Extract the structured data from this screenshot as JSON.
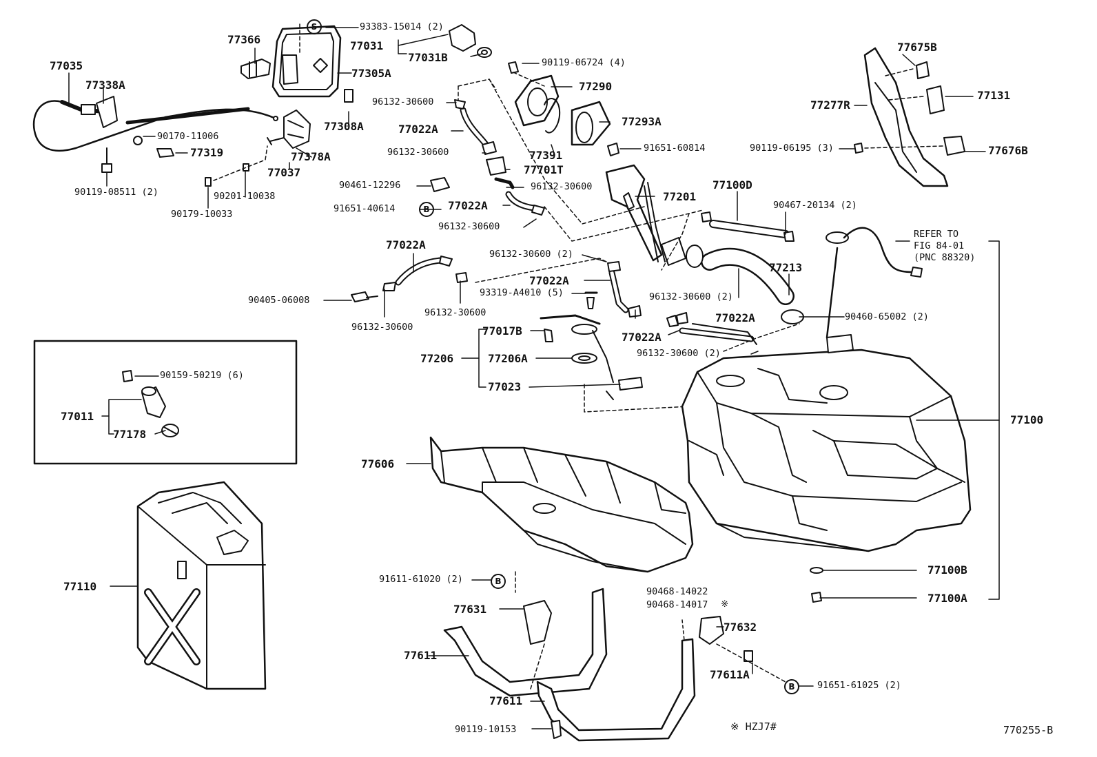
{
  "diagram_code": "770255-B",
  "note": "※ HZJ7#",
  "callout_markers": {
    "s": "S",
    "b": "B"
  },
  "refer_to": [
    "REFER TO",
    "FIG 84-01",
    "(PNC 88320)"
  ],
  "labels": {
    "p77035": "77035",
    "p77338A": "77338A",
    "p77366": "77366",
    "p93383": "93383-15014 (2)",
    "p77031": "77031",
    "p77031B": "77031B",
    "p77305A": "77305A",
    "p90170": "90170-11006",
    "p77319": "77319",
    "p77308A": "77308A",
    "p77378A": "77378A",
    "p77037": "77037",
    "p90119_08511": "90119-08511 (2)",
    "p90201": "90201-10038",
    "p90179": "90179-10033",
    "p90119_06724": "90119-06724 (4)",
    "p77290": "77290",
    "p96132_a": "96132-30600",
    "p77022A_a": "77022A",
    "p77293A": "77293A",
    "p96132_b": "96132-30600",
    "p77391": "77391",
    "p91651_60814": "91651-60814",
    "p77701T": "77701T",
    "p90461": "90461-12296",
    "p96132_c": "96132-30600",
    "p91651_40614": "91651-40614",
    "p77022A_b": "77022A",
    "p77201": "77201",
    "p96132_d": "96132-30600",
    "p77100D": "77100D",
    "p90467": "90467-20134 (2)",
    "p77675B": "77675B",
    "p77131": "77131",
    "p77277R": "77277R",
    "p90119_06195": "90119-06195 (3)",
    "p77676B": "77676B",
    "p77022A_c": "77022A",
    "p96132_e": "96132-30600 (2)",
    "p77213": "77213",
    "p90405": "90405-06008",
    "p77022A_d": "77022A",
    "p93319": "93319-A4010 (5)",
    "p96132_f": "96132-30600 (2)",
    "p96132_g": "96132-30600",
    "p96132_h": "96132-30600",
    "p77022A_e": "77022A",
    "p90460": "90460-65002 (2)",
    "p77017B": "77017B",
    "p77022A_f": "77022A",
    "p96132_i": "96132-30600 (2)",
    "p77206": "77206",
    "p77206A": "77206A",
    "p77023": "77023",
    "p90159": "90159-50219 (6)",
    "p77011": "77011",
    "p77178": "77178",
    "p77100": "77100",
    "p77606": "77606",
    "p77110": "77110",
    "p77100B": "77100B",
    "p91611": "91611-61020 (2)",
    "p77100A": "77100A",
    "p90468_a": "90468-14022",
    "p90468_b": "90468-14017",
    "p77631": "77631",
    "p77632": "77632",
    "p77611_a": "77611",
    "p77611A": "77611A",
    "p91651_61025": "91651-61025 (2)",
    "p77611_b": "77611",
    "p90119_10153": "90119-10153"
  }
}
